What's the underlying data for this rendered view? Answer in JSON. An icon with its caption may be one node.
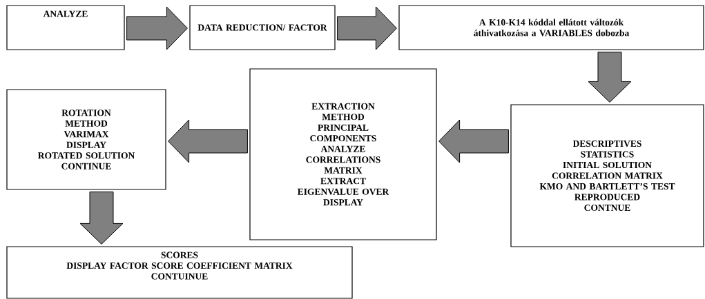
{
  "diagram": {
    "nodes": [
      {
        "text": [
          "ANALYZE"
        ]
      },
      {
        "text": [
          "DATA REDUCTION/ FACTOR"
        ]
      },
      {
        "text": [
          "A K10-K14 kóddal ellátott változók áthivatkozása a VARIABLES dobozba"
        ]
      },
      {
        "text": [
          "DESCRIPTIVES",
          "STATISTICS",
          "INITIAL SOLUTION",
          "CORRELATION MATRIX",
          "KMO AND BARTLETT’S TEST",
          "REPRODUCED",
          "CONTNUE"
        ]
      },
      {
        "text": [
          "EXTRACTION",
          "METHOD",
          "PRINCIPAL",
          "COMPONENTS",
          "ANALYZE",
          "CORRELATIONS",
          "MATRIX",
          "EXTRACT",
          "EIGENVALUE OVER",
          "DISPLAY"
        ]
      },
      {
        "text": [
          "ROTATION",
          "METHOD",
          "VARIMAX",
          "DISPLAY",
          "ROTATED SOLUTION",
          "CONTINUE"
        ]
      },
      {
        "text": [
          "SCORES",
          "DISPLAY FACTOR SCORE COEFFICIENT MATRIX",
          "CONTUINUE"
        ]
      }
    ],
    "edges": [
      {
        "from": 0,
        "to": 1,
        "arrow": "to"
      },
      {
        "from": 1,
        "to": 2,
        "arrow": "to"
      },
      {
        "from": 2,
        "to": 3,
        "arrow": "to"
      },
      {
        "from": 3,
        "to": 4,
        "arrow": "to"
      },
      {
        "from": 4,
        "to": 5,
        "arrow": "to"
      },
      {
        "from": 5,
        "to": 6,
        "arrow": "to"
      }
    ]
  }
}
